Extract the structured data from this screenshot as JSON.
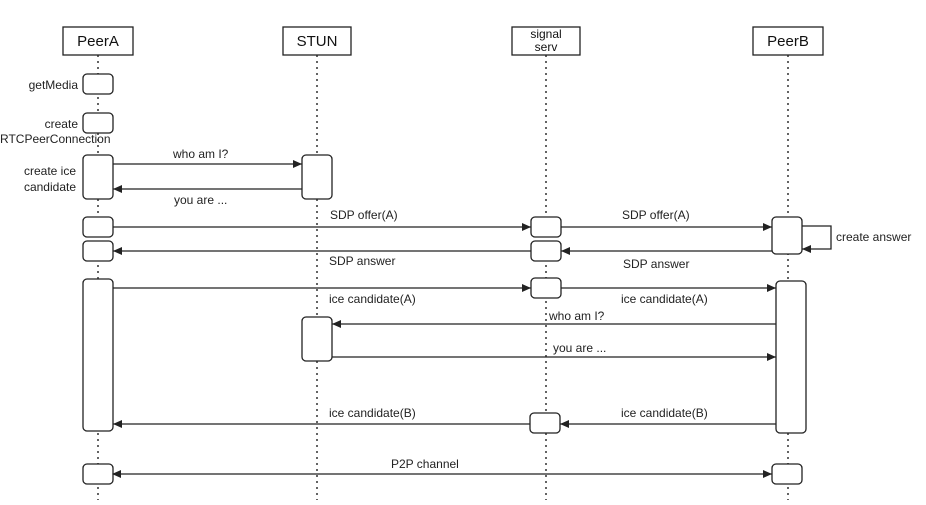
{
  "participants": {
    "peer_a": "PeerA",
    "stun": "STUN",
    "signal_line1": "signal",
    "signal_line2": "serv",
    "peer_b": "PeerB"
  },
  "notes": {
    "get_media": "getMedia",
    "create_pc_line1": "create",
    "create_pc_line2": "RTCPeerConnection",
    "create_ice_line1": "create ice",
    "create_ice_line2": "candidate",
    "create_answer": "create answer"
  },
  "messages": {
    "who_am_i_1": "who am I?",
    "you_are_1": "you are ...",
    "sdp_offer_a_1": "SDP offer(A)",
    "sdp_offer_a_2": "SDP offer(A)",
    "sdp_answer_1": "SDP answer",
    "sdp_answer_2": "SDP answer",
    "ice_candidate_a_1": "ice candidate(A)",
    "ice_candidate_a_2": "ice candidate(A)",
    "who_am_i_2": "who am I?",
    "you_are_2": "you are ...",
    "ice_candidate_b_1": "ice candidate(B)",
    "ice_candidate_b_2": "ice candidate(B)",
    "p2p_channel": "P2P channel"
  },
  "colors": {
    "line": "#222222",
    "background": "#ffffff"
  }
}
